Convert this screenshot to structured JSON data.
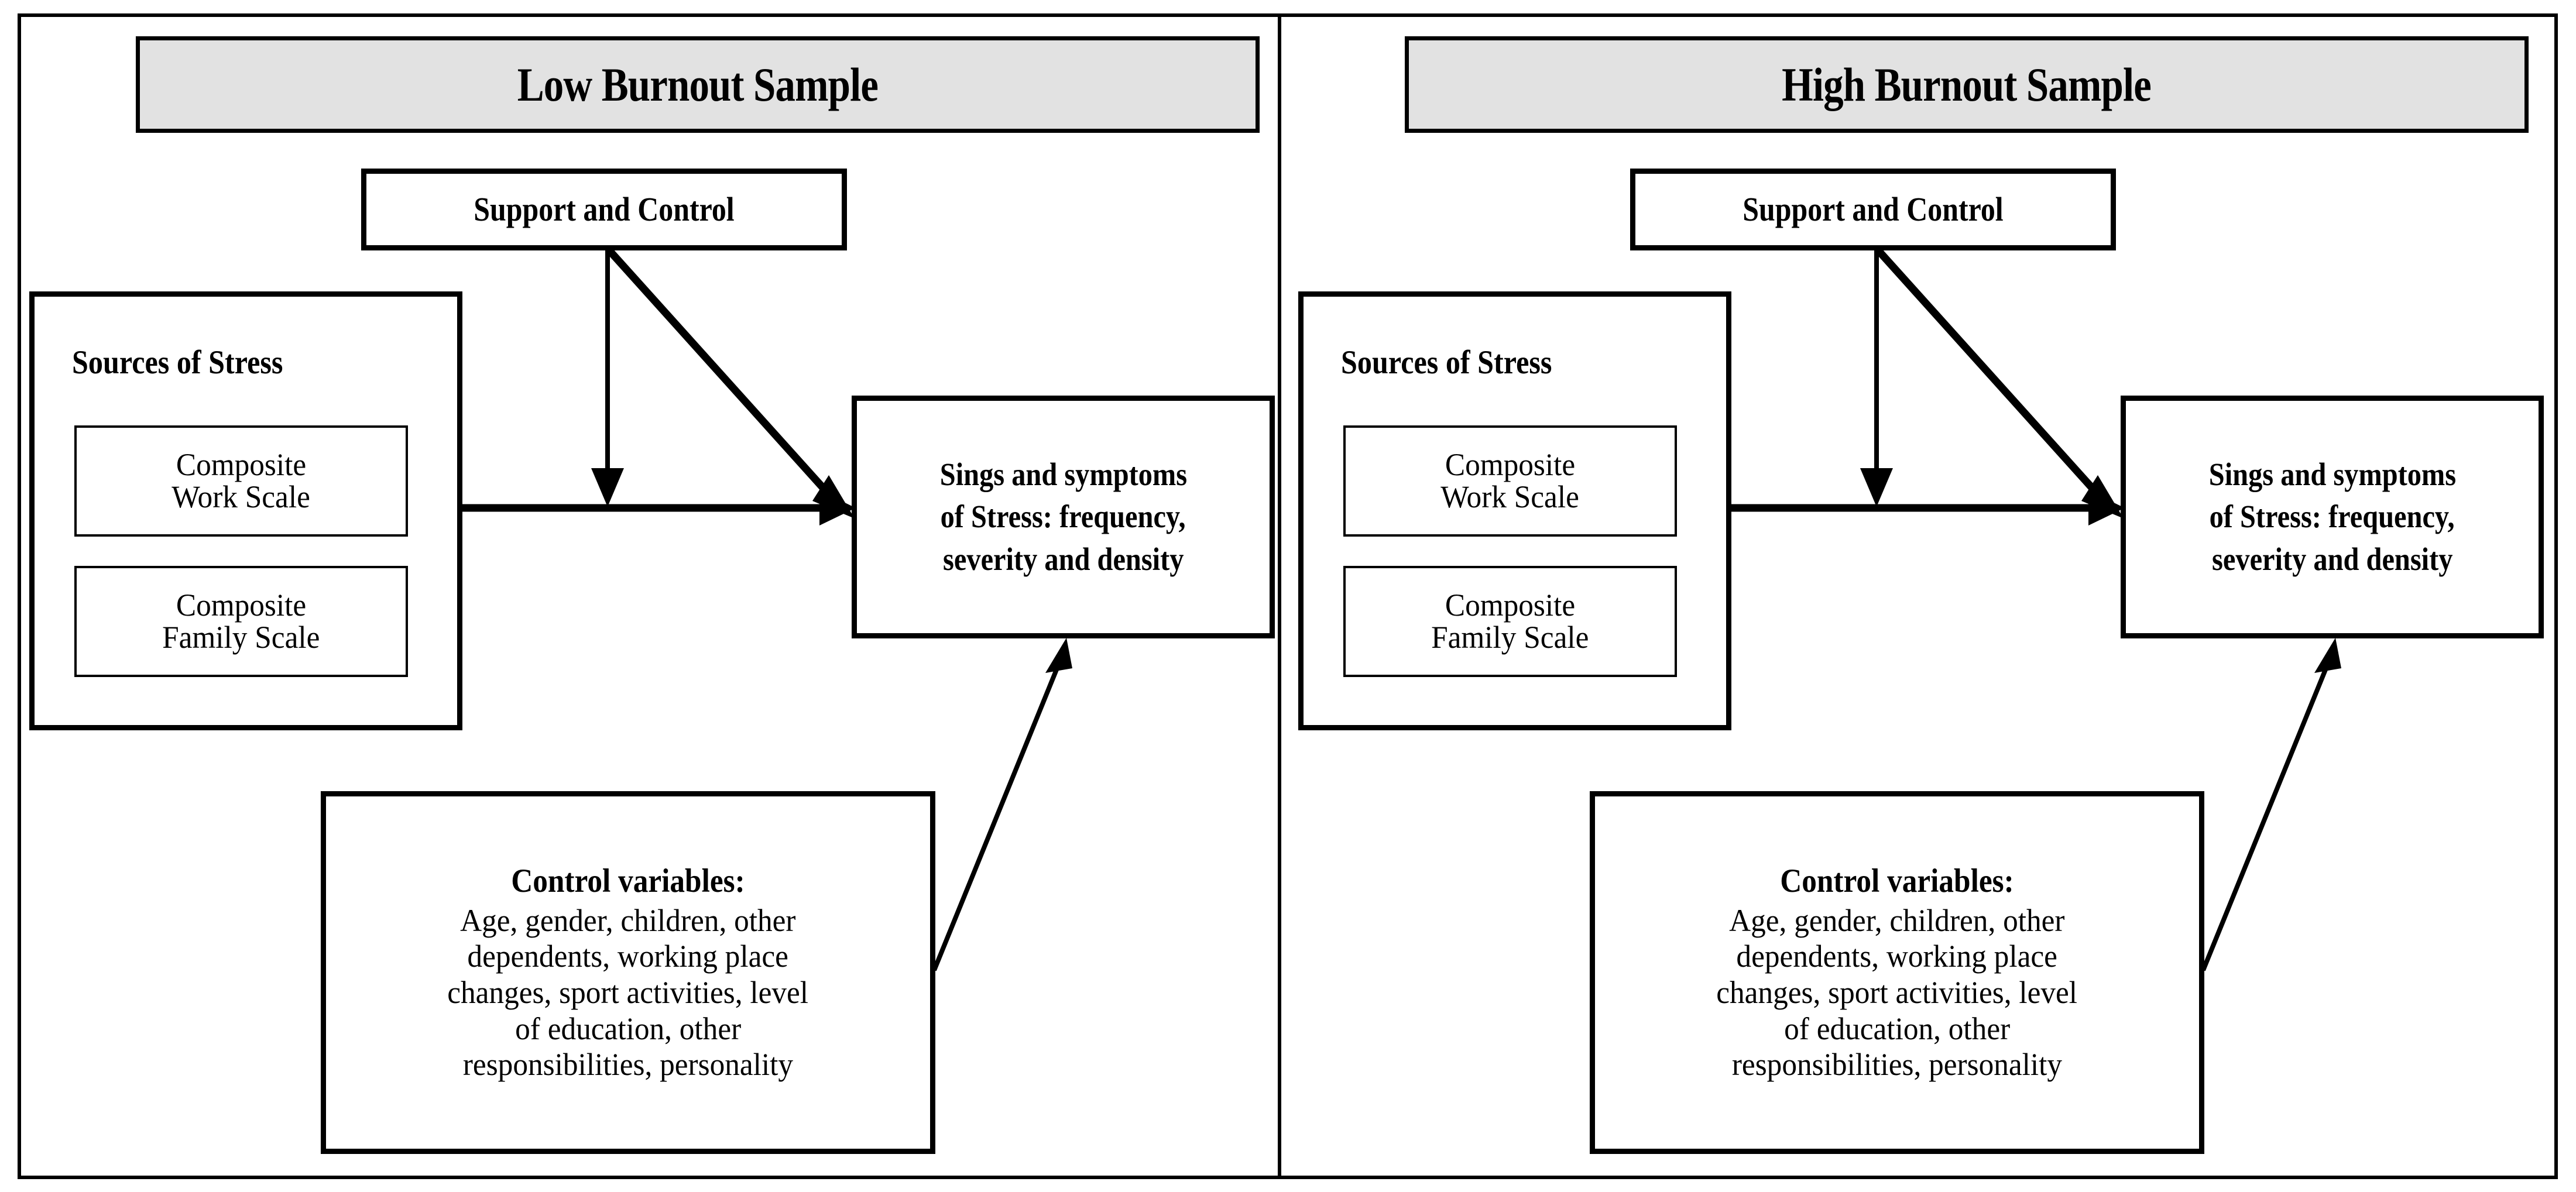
{
  "figure": {
    "type": "conceptual-model-diagram",
    "panel_count": 2,
    "colors": {
      "stroke": "#000000",
      "banner_fill": "#e2e2e2",
      "background": "#ffffff"
    }
  },
  "panels": [
    {
      "id": "low-burnout",
      "title": "Low Burnout Sample",
      "support_box": {
        "label": "Support and Control"
      },
      "sources_box": {
        "title": "Sources of Stress",
        "subboxes": [
          {
            "id": "composite-work-scale",
            "line1": "Composite",
            "line2": "Work Scale"
          },
          {
            "id": "composite-family-scale",
            "line1": "Composite",
            "line2": "Family Scale"
          }
        ]
      },
      "signs_box": {
        "line1": "Sings and symptoms",
        "line2": "of Stress: frequency,",
        "line3": "severity and density"
      },
      "control_box": {
        "title": "Control variables:",
        "line1": "Age, gender, children, other",
        "line2": "dependents, working place",
        "line3": "changes, sport activities, level",
        "line4": "of education, other",
        "line5": "responsibilities, personality"
      },
      "arrows": [
        {
          "id": "sources-to-signs",
          "kind": "horizontal-thick-arrow"
        },
        {
          "id": "support-down",
          "kind": "vertical-thin-arrow"
        },
        {
          "id": "support-to-signs",
          "kind": "diagonal-thick-arrow"
        },
        {
          "id": "control-to-signs",
          "kind": "diagonal-thin-arrow"
        }
      ]
    },
    {
      "id": "high-burnout",
      "title": "High Burnout Sample",
      "support_box": {
        "label": "Support and Control"
      },
      "sources_box": {
        "title": "Sources of Stress",
        "subboxes": [
          {
            "id": "composite-work-scale",
            "line1": "Composite",
            "line2": "Work Scale"
          },
          {
            "id": "composite-family-scale",
            "line1": "Composite",
            "line2": "Family Scale"
          }
        ]
      },
      "signs_box": {
        "line1": "Sings and symptoms",
        "line2": "of Stress: frequency,",
        "line3": "severity and density"
      },
      "control_box": {
        "title": "Control variables:",
        "line1": "Age, gender, children, other",
        "line2": "dependents, working place",
        "line3": "changes, sport activities, level",
        "line4": "of education, other",
        "line5": "responsibilities, personality"
      },
      "arrows": [
        {
          "id": "sources-to-signs",
          "kind": "horizontal-thick-arrow"
        },
        {
          "id": "support-down",
          "kind": "vertical-thin-arrow"
        },
        {
          "id": "support-to-signs",
          "kind": "diagonal-thick-arrow"
        },
        {
          "id": "control-to-signs",
          "kind": "diagonal-thin-arrow"
        }
      ]
    }
  ]
}
